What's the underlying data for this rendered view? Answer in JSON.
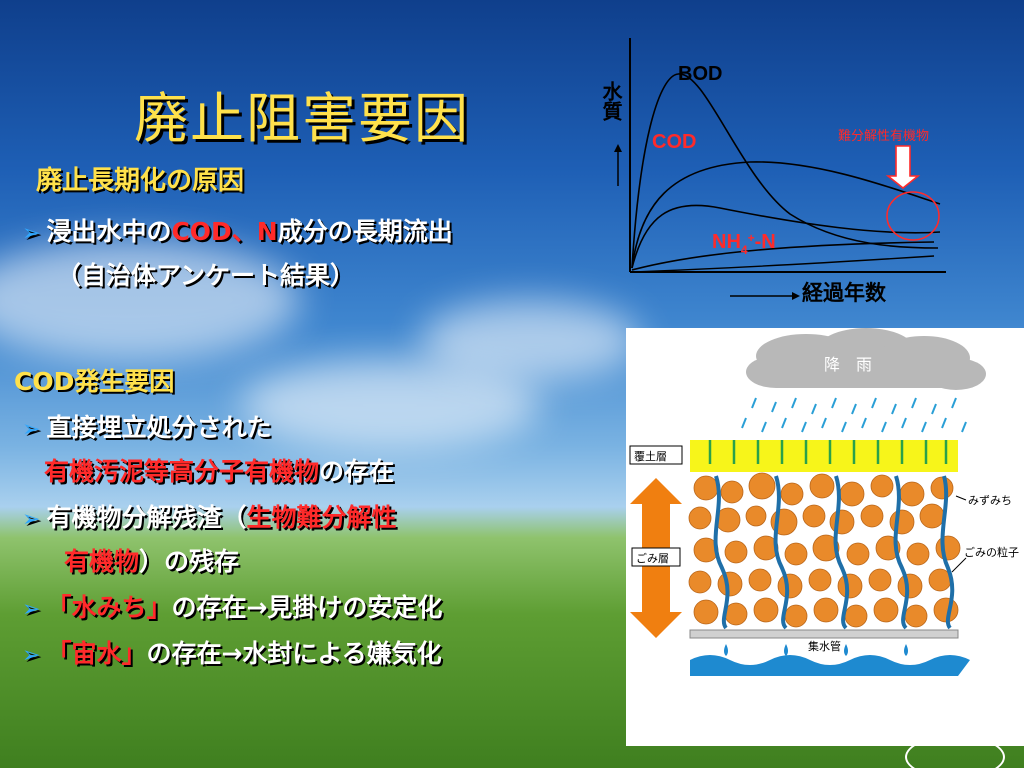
{
  "slide": {
    "title": "廃止阻害要因",
    "subtitle": "廃止長期化の原因",
    "point1": {
      "bullet": "➢",
      "pre": "浸出水中の",
      "red": "COD、N",
      "post": "成分の長期流出"
    },
    "point1_sub": "（自治体アンケート結果）",
    "section2": "COD発生要因",
    "items": [
      {
        "bullet": "➢",
        "text": "直接埋立処分された"
      },
      {
        "indent_red": "有機汚泥等高分子有機物",
        "indent_white": "の存在"
      },
      {
        "bullet": "➢",
        "pre": "有機物分解残渣（",
        "red": "生物難分解性"
      },
      {
        "indent_red": "有機物",
        "indent_white": "）の残存"
      },
      {
        "bullet": "➢",
        "red": "「水みち」",
        "post": "の存在→見掛けの安定化"
      },
      {
        "bullet": "➢",
        "red": "「宙水」",
        "post": "の存在→水封による嫌気化"
      }
    ]
  },
  "chart_data": {
    "type": "line",
    "ylabel": "水質",
    "xlabel": "経過年数",
    "series": [
      {
        "name": "BOD",
        "color": "#000000"
      },
      {
        "name": "COD",
        "color": "#ff2a2a"
      },
      {
        "name": "NH4+-N",
        "color": "#ff2a2a"
      }
    ],
    "annotation": "難分解性有機物"
  },
  "diagram": {
    "rain_label": "降　雨",
    "cover_label": "覆土層",
    "waste_label": "ごみ層",
    "waterway_label": "みずみち",
    "particle_label": "ごみの粒子",
    "pipe_label": "集水管"
  },
  "colors": {
    "title": "#ffe14b",
    "accent_red": "#ff2a2a",
    "bullet": "#2fa8ff",
    "cover_soil": "#f7f51a",
    "waste_particle": "#e98a2a",
    "waste_arrow": "#f07f10"
  }
}
